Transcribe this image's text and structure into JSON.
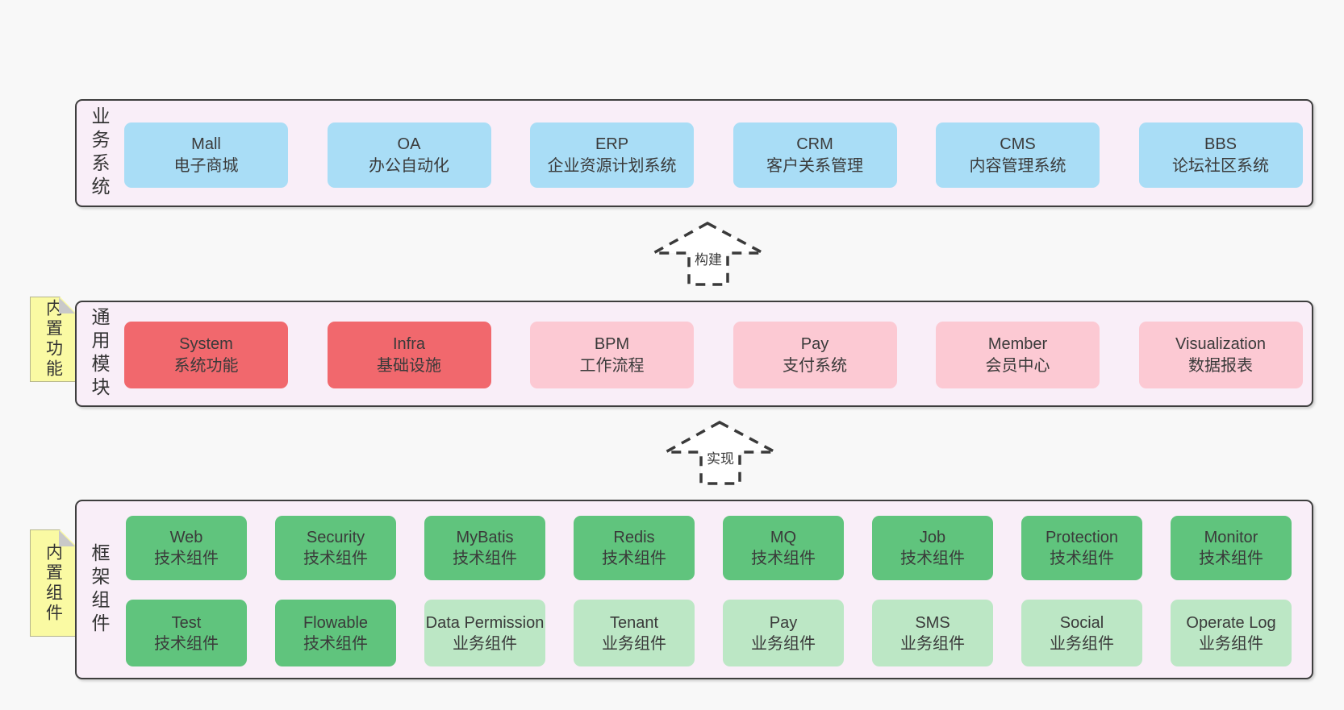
{
  "diagram": {
    "title": "",
    "layers": [
      {
        "label": "业务系统",
        "boxes": [
          {
            "name": "Mall",
            "desc": "电子商城",
            "color": "blue"
          },
          {
            "name": "OA",
            "desc": "办公自动化",
            "color": "blue"
          },
          {
            "name": "ERP",
            "desc": "企业资源计划系统",
            "color": "blue"
          },
          {
            "name": "CRM",
            "desc": "客户关系管理",
            "color": "blue"
          },
          {
            "name": "CMS",
            "desc": "内容管理系统",
            "color": "blue"
          },
          {
            "name": "BBS",
            "desc": "论坛社区系统",
            "color": "blue"
          }
        ]
      },
      {
        "label": "通用模块",
        "note": "内置功能",
        "boxes": [
          {
            "name": "System",
            "desc": "系统功能",
            "color": "red"
          },
          {
            "name": "Infra",
            "desc": "基础设施",
            "color": "red"
          },
          {
            "name": "BPM",
            "desc": "工作流程",
            "color": "pink"
          },
          {
            "name": "Pay",
            "desc": "支付系统",
            "color": "pink"
          },
          {
            "name": "Member",
            "desc": "会员中心",
            "color": "pink"
          },
          {
            "name": "Visualization",
            "desc": "数据报表",
            "color": "pink"
          }
        ]
      },
      {
        "label": "框架组件",
        "note": "内置组件",
        "rows": [
          [
            {
              "name": "Web",
              "desc": "技术组件",
              "color": "green"
            },
            {
              "name": "Security",
              "desc": "技术组件",
              "color": "green"
            },
            {
              "name": "MyBatis",
              "desc": "技术组件",
              "color": "green"
            },
            {
              "name": "Redis",
              "desc": "技术组件",
              "color": "green"
            },
            {
              "name": "MQ",
              "desc": "技术组件",
              "color": "green"
            },
            {
              "name": "Job",
              "desc": "技术组件",
              "color": "green"
            },
            {
              "name": "Protection",
              "desc": "技术组件",
              "color": "green"
            },
            {
              "name": "Monitor",
              "desc": "技术组件",
              "color": "green"
            }
          ],
          [
            {
              "name": "Test",
              "desc": "技术组件",
              "color": "green"
            },
            {
              "name": "Flowable",
              "desc": "技术组件",
              "color": "green"
            },
            {
              "name": "Data Permission",
              "desc": "业务组件",
              "color": "green-light"
            },
            {
              "name": "Tenant",
              "desc": "业务组件",
              "color": "green-light"
            },
            {
              "name": "Pay",
              "desc": "业务组件",
              "color": "green-light"
            },
            {
              "name": "SMS",
              "desc": "业务组件",
              "color": "green-light"
            },
            {
              "name": "Social",
              "desc": "业务组件",
              "color": "green-light"
            },
            {
              "name": "Operate Log",
              "desc": "业务组件",
              "color": "green-light"
            }
          ]
        ]
      }
    ],
    "arrows": [
      {
        "label": "构建"
      },
      {
        "label": "实现"
      }
    ],
    "colors": {
      "page_bg": "#f8f8f8",
      "layer_bg": "#f9eef8",
      "layer_border": "#3e3e3e",
      "blue": "#a9ddf6",
      "red": "#f1686d",
      "pink": "#fcc9d3",
      "green": "#60c47d",
      "green_light": "#bce7c5",
      "note_yellow": "#fafaa3",
      "note_fold": "#c9c9c9",
      "text": "#3a3a3a"
    }
  }
}
